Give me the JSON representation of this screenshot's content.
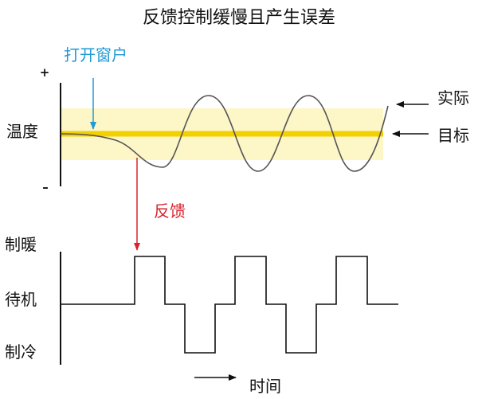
{
  "title": "反馈控制缓慢且产生误差",
  "temperature_panel": {
    "y_label": "温度",
    "plus_sign": "+",
    "minus_sign": "–",
    "open_window_label": "打开窗户",
    "actual_label": "实际",
    "target_label": "目标",
    "band_color": "#fdf6c7",
    "target_line_color": "#f3d000",
    "curve_color": "#555555"
  },
  "feedback": {
    "label": "反馈",
    "color": "#d9232e"
  },
  "open_window_color": "#1e9ad6",
  "state_panel": {
    "heating_label": "制暖",
    "standby_label": "待机",
    "cooling_label": "制冷",
    "signal_levels": [
      "待机",
      "制暖",
      "待机",
      "制冷",
      "待机",
      "制暖",
      "待机",
      "制冷",
      "待机",
      "制暖",
      "待机"
    ]
  },
  "time_label": "时间"
}
